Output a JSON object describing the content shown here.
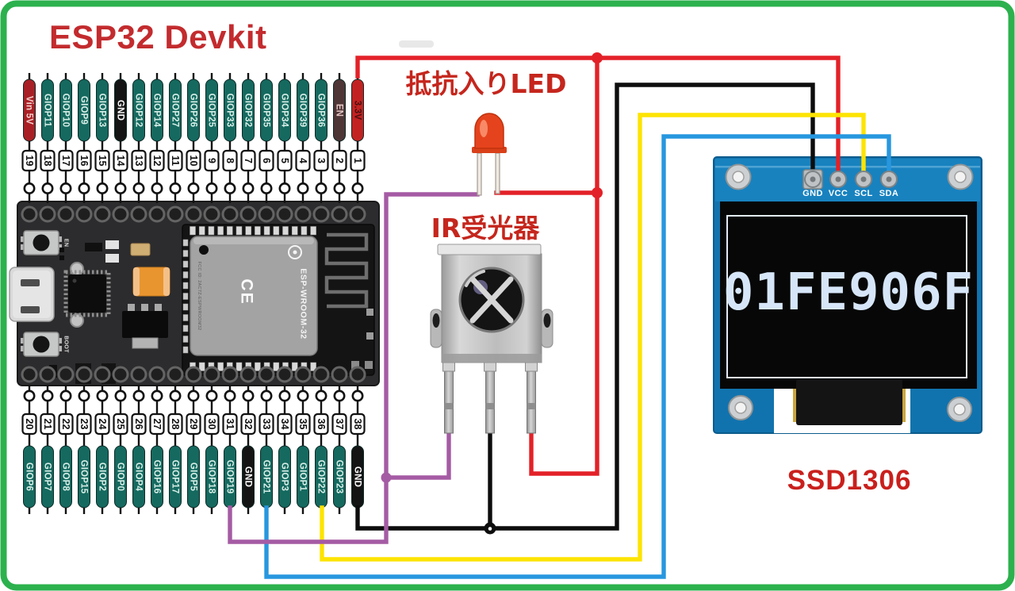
{
  "title": "ESP32 Devkit",
  "labels": {
    "led": "抵抗入りLED",
    "ir": "IR受光器",
    "oled": "SSD1306"
  },
  "esp32": {
    "module_label": "ESP-WROOM-32",
    "fcc_text": "FCC ID: 2AC7Z-ESPWROOM32",
    "ce_text": "CE",
    "button_en": "EN",
    "button_boot": "BOOT",
    "top_pins": [
      {
        "num": "19",
        "label": "Vin 5V",
        "type": "power5v"
      },
      {
        "num": "18",
        "label": "GIOP11",
        "type": "gpio"
      },
      {
        "num": "17",
        "label": "GIOP10",
        "type": "gpio"
      },
      {
        "num": "16",
        "label": "GIOP9",
        "type": "gpio"
      },
      {
        "num": "15",
        "label": "GIOP13",
        "type": "gpio"
      },
      {
        "num": "14",
        "label": "GND",
        "type": "gnd"
      },
      {
        "num": "13",
        "label": "GIOP12",
        "type": "gpio"
      },
      {
        "num": "12",
        "label": "GIOP14",
        "type": "gpio"
      },
      {
        "num": "11",
        "label": "GIOP27",
        "type": "gpio"
      },
      {
        "num": "10",
        "label": "GIOP26",
        "type": "gpio"
      },
      {
        "num": "9",
        "label": "GIOP25",
        "type": "gpio"
      },
      {
        "num": "8",
        "label": "GIOP33",
        "type": "gpio"
      },
      {
        "num": "7",
        "label": "GIOP32",
        "type": "gpio"
      },
      {
        "num": "6",
        "label": "GIOP35",
        "type": "gpio"
      },
      {
        "num": "5",
        "label": "GIOP34",
        "type": "gpio"
      },
      {
        "num": "4",
        "label": "GIOP39",
        "type": "gpio"
      },
      {
        "num": "3",
        "label": "GIOP36",
        "type": "gpio"
      },
      {
        "num": "2",
        "label": "EN",
        "type": "en"
      },
      {
        "num": "1",
        "label": "3.3V",
        "type": "power3v3"
      }
    ],
    "bottom_pins": [
      {
        "num": "20",
        "label": "GIOP6",
        "type": "gpio"
      },
      {
        "num": "21",
        "label": "GIOP7",
        "type": "gpio"
      },
      {
        "num": "22",
        "label": "GIOP8",
        "type": "gpio"
      },
      {
        "num": "23",
        "label": "GIOP15",
        "type": "gpio"
      },
      {
        "num": "24",
        "label": "GIOP2",
        "type": "gpio"
      },
      {
        "num": "25",
        "label": "GIOP0",
        "type": "gpio"
      },
      {
        "num": "26",
        "label": "GIOP4",
        "type": "gpio"
      },
      {
        "num": "27",
        "label": "GIOP16",
        "type": "gpio"
      },
      {
        "num": "28",
        "label": "GIOP17",
        "type": "gpio"
      },
      {
        "num": "29",
        "label": "GIOP5",
        "type": "gpio"
      },
      {
        "num": "30",
        "label": "GIOP18",
        "type": "gpio"
      },
      {
        "num": "31",
        "label": "GIOP19",
        "type": "gpio"
      },
      {
        "num": "32",
        "label": "GND",
        "type": "gnd"
      },
      {
        "num": "33",
        "label": "GIOP21",
        "type": "gpio"
      },
      {
        "num": "34",
        "label": "GIOP3",
        "type": "gpio"
      },
      {
        "num": "35",
        "label": "GIOP1",
        "type": "gpio"
      },
      {
        "num": "36",
        "label": "GIOP22",
        "type": "gpio"
      },
      {
        "num": "37",
        "label": "GIOP23",
        "type": "gpio"
      },
      {
        "num": "38",
        "label": "GND",
        "type": "gnd"
      }
    ]
  },
  "oled": {
    "pin_labels": [
      "GND",
      "VCC",
      "SCL",
      "SDA"
    ],
    "display_text": "01FE906F"
  },
  "wires": [
    {
      "id": "power",
      "color": "#e32128",
      "from": "3.3V (pin 1)",
      "to": "OLED VCC, LED anode, IR receiver VCC"
    },
    {
      "id": "ground",
      "color": "#0d0d0d",
      "from": "GND (pin 38)",
      "to": "OLED GND, IR receiver GND"
    },
    {
      "id": "scl",
      "color": "#fde402",
      "from": "GIOP22 (pin 36)",
      "to": "OLED SCL"
    },
    {
      "id": "sda",
      "color": "#2797df",
      "from": "GIOP21 (pin 33)",
      "to": "OLED SDA"
    },
    {
      "id": "signal",
      "color": "#a55ba4",
      "from": "GIOP19 (pin 31)",
      "to": "LED cathode, IR receiver OUT"
    }
  ],
  "colors": {
    "frame": "#2cb14e",
    "title_red": "#c32b2e",
    "pcb_blue": "#1173ae",
    "pill_gpio": "#15695f",
    "pill_gnd": "#141414",
    "pill_power5v": "#a82025",
    "pill_power3v3": "#c22322",
    "pill_en": "#4e3536"
  }
}
